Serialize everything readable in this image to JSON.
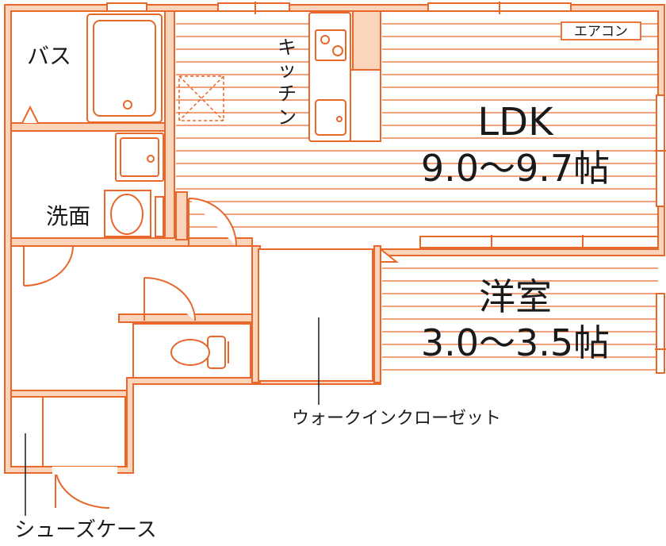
{
  "rooms": {
    "ldk": {
      "name": "LDK",
      "area": "9.0～9.7帖"
    },
    "western": {
      "name": "洋室",
      "area": "3.0～3.5帖"
    },
    "bath": {
      "name": "バス"
    },
    "washroom": {
      "name": "洗面"
    },
    "kitchen": {
      "name": "キッチン",
      "chars": [
        "キ",
        "ッ",
        "チ",
        "ン"
      ]
    }
  },
  "labels": {
    "aircon": "エアコン",
    "walk_in_closet": "ウォークインクローゼット",
    "shoe_case": "シューズケース"
  },
  "colors": {
    "wall": "#e8672a",
    "wall_fill": "#fbd5bb",
    "floor_line": "#e8672a",
    "text": "#1a1a1a"
  }
}
